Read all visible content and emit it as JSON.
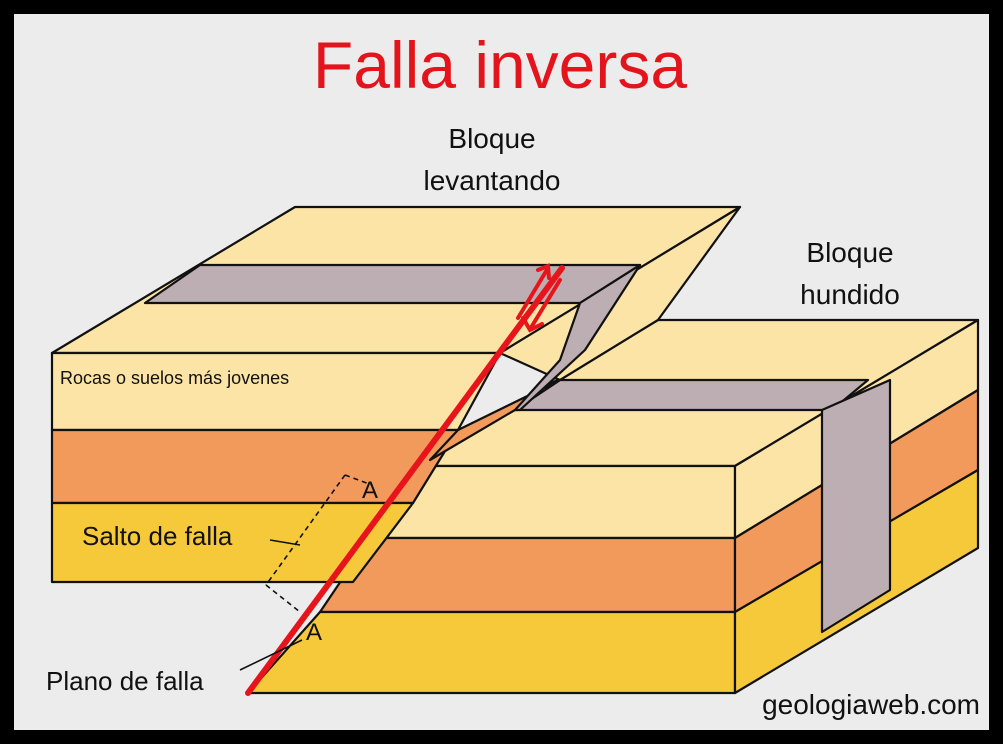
{
  "title": "Falla inversa",
  "labels": {
    "upthrown_line1": "Bloque",
    "upthrown_line2": "levantando",
    "downthrown_line1": "Bloque",
    "downthrown_line2": "hundido",
    "young_rocks": "Rocas o suelos más jovenes",
    "throw": "Salto de falla",
    "fault_plane": "Plano de falla",
    "point_a_top": "A",
    "point_a_bottom": "A",
    "source": "geologiaweb.com"
  },
  "colors": {
    "background": "#ececec",
    "frame": "#000000",
    "title": "#e3141b",
    "fault": "#e8141b",
    "layer_cream": "#fbe4a6",
    "layer_orange": "#f29a5c",
    "layer_yellow": "#f6c93b",
    "layer_grey": "#bcaeb3"
  },
  "icons": [
    "shear-arrows-icon"
  ]
}
